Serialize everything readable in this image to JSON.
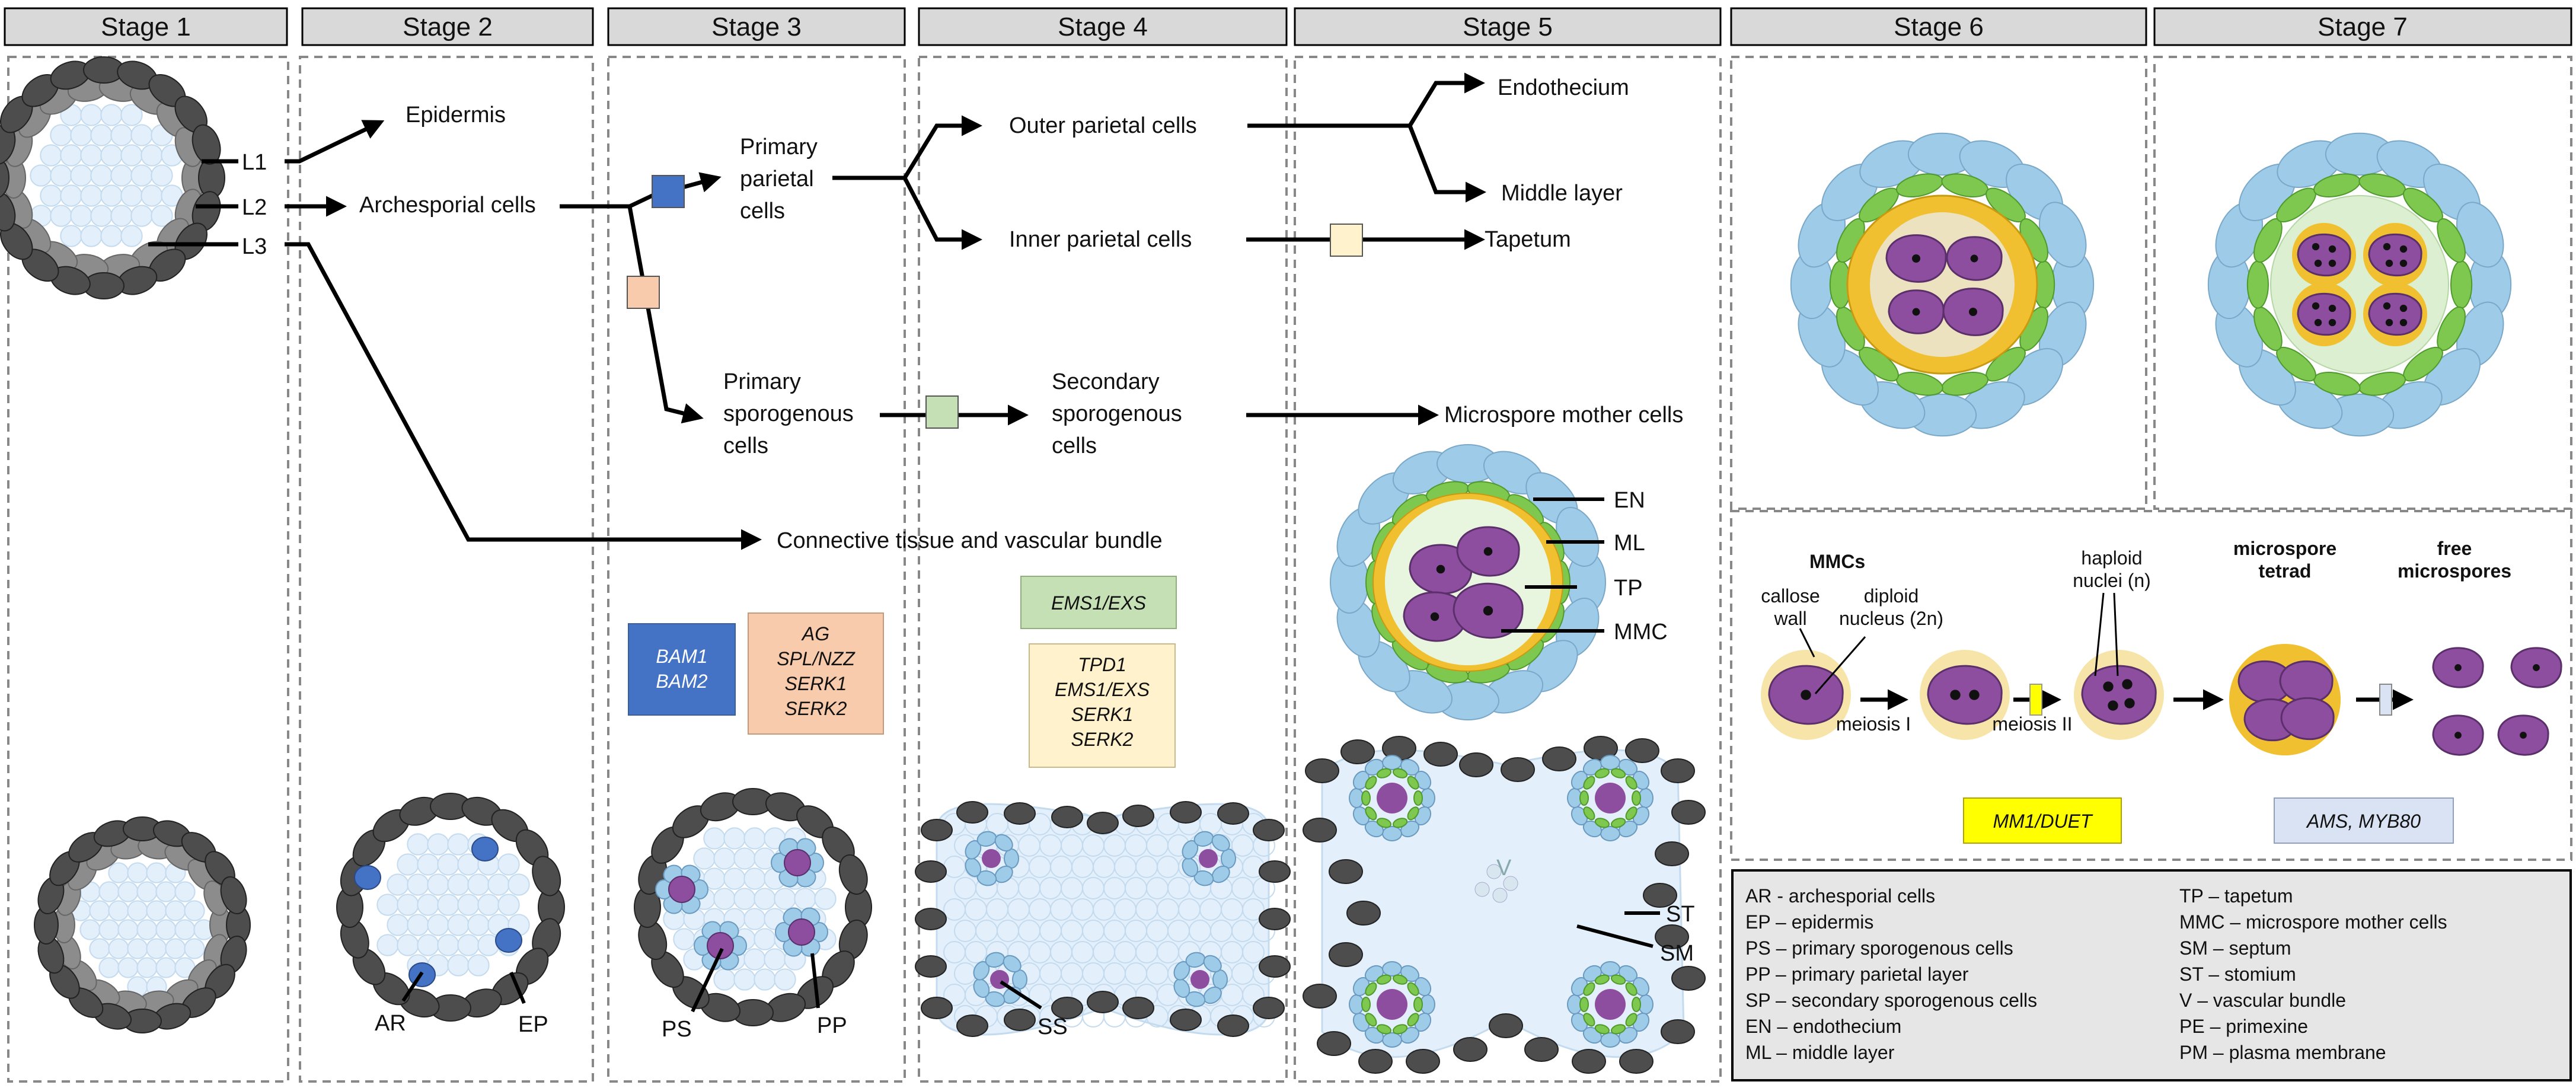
{
  "stages": [
    "Stage 1",
    "Stage 2",
    "Stage 3",
    "Stage 4",
    "Stage 5",
    "Stage 6",
    "Stage 7"
  ],
  "layers": {
    "l1": "L1",
    "l2": "L2",
    "l3": "L3"
  },
  "cells": {
    "epidermis": "Epidermis",
    "archesporial": "Archesporial cells",
    "primary_parietal": [
      "Primary",
      "parietal",
      "cells"
    ],
    "primary_sporogenous": [
      "Primary",
      "sporogenous",
      "cells"
    ],
    "outer_parietal": "Outer parietal cells",
    "inner_parietal": "Inner parietal cells",
    "secondary_sporogenous": [
      "Secondary",
      "sporogenous",
      "cells"
    ],
    "endothecium": "Endothecium",
    "middle_layer": "Middle layer",
    "tapetum": "Tapetum",
    "mmc": "Microspore mother cells",
    "connective": "Connective tissue and vascular bundle"
  },
  "genes": {
    "bam": [
      "BAM1",
      "BAM2"
    ],
    "ag": [
      "AG",
      "SPL/NZZ",
      "SERK1",
      "SERK2"
    ],
    "ems": "EMS1/EXS",
    "tpd": [
      "TPD1",
      "EMS1/EXS",
      "SERK1",
      "SERK2"
    ],
    "mm1": "MM1/DUET",
    "ams": "AMS, MYB80"
  },
  "section_labels": {
    "ar": "AR",
    "ep": "EP",
    "ps": "PS",
    "pp": "PP",
    "ss": "SS",
    "en": "EN",
    "ml": "ML",
    "tp": "TP",
    "mmc": "MMC",
    "v": "V",
    "st": "ST",
    "sm": "SM"
  },
  "meiosis": {
    "mmcs": "MMCs",
    "callose": [
      "callose",
      "wall"
    ],
    "diploid": [
      "diploid",
      "nucleus (2n)"
    ],
    "haploid": [
      "haploid",
      "nuclei (n)"
    ],
    "tetrad": [
      "microspore",
      "tetrad"
    ],
    "free": [
      "free",
      "microspores"
    ],
    "meiosis1": "meiosis I",
    "meiosis2": "meiosis II"
  },
  "legend": {
    "left": [
      "AR - archesporial cells",
      "EP – epidermis",
      "PS – primary sporogenous cells",
      "PP – primary parietal layer",
      "SP – secondary sporogenous cells",
      "EN – endothecium",
      "ML – middle layer"
    ],
    "right": [
      "TP – tapetum",
      "MMC – microspore mother cells",
      "SM – septum",
      "ST – stomium",
      "V – vascular bundle",
      "PE – primexine",
      "PM – plasma membrane"
    ]
  },
  "colors": {
    "epidermis": "#4d4d4d",
    "l2": "#8c8c8c",
    "inner": "#e3f0fb",
    "endothecium": "#9ecbe8",
    "middle": "#7ec850",
    "tapetum": "#f0c030",
    "mmc": "#8e4ea0",
    "bam": "#4472c4",
    "ag": "#f8cbad",
    "ems": "#c5e0b4",
    "tpd": "#fff2cc",
    "mm1": "#ffff00",
    "ams": "#dae3f3"
  }
}
